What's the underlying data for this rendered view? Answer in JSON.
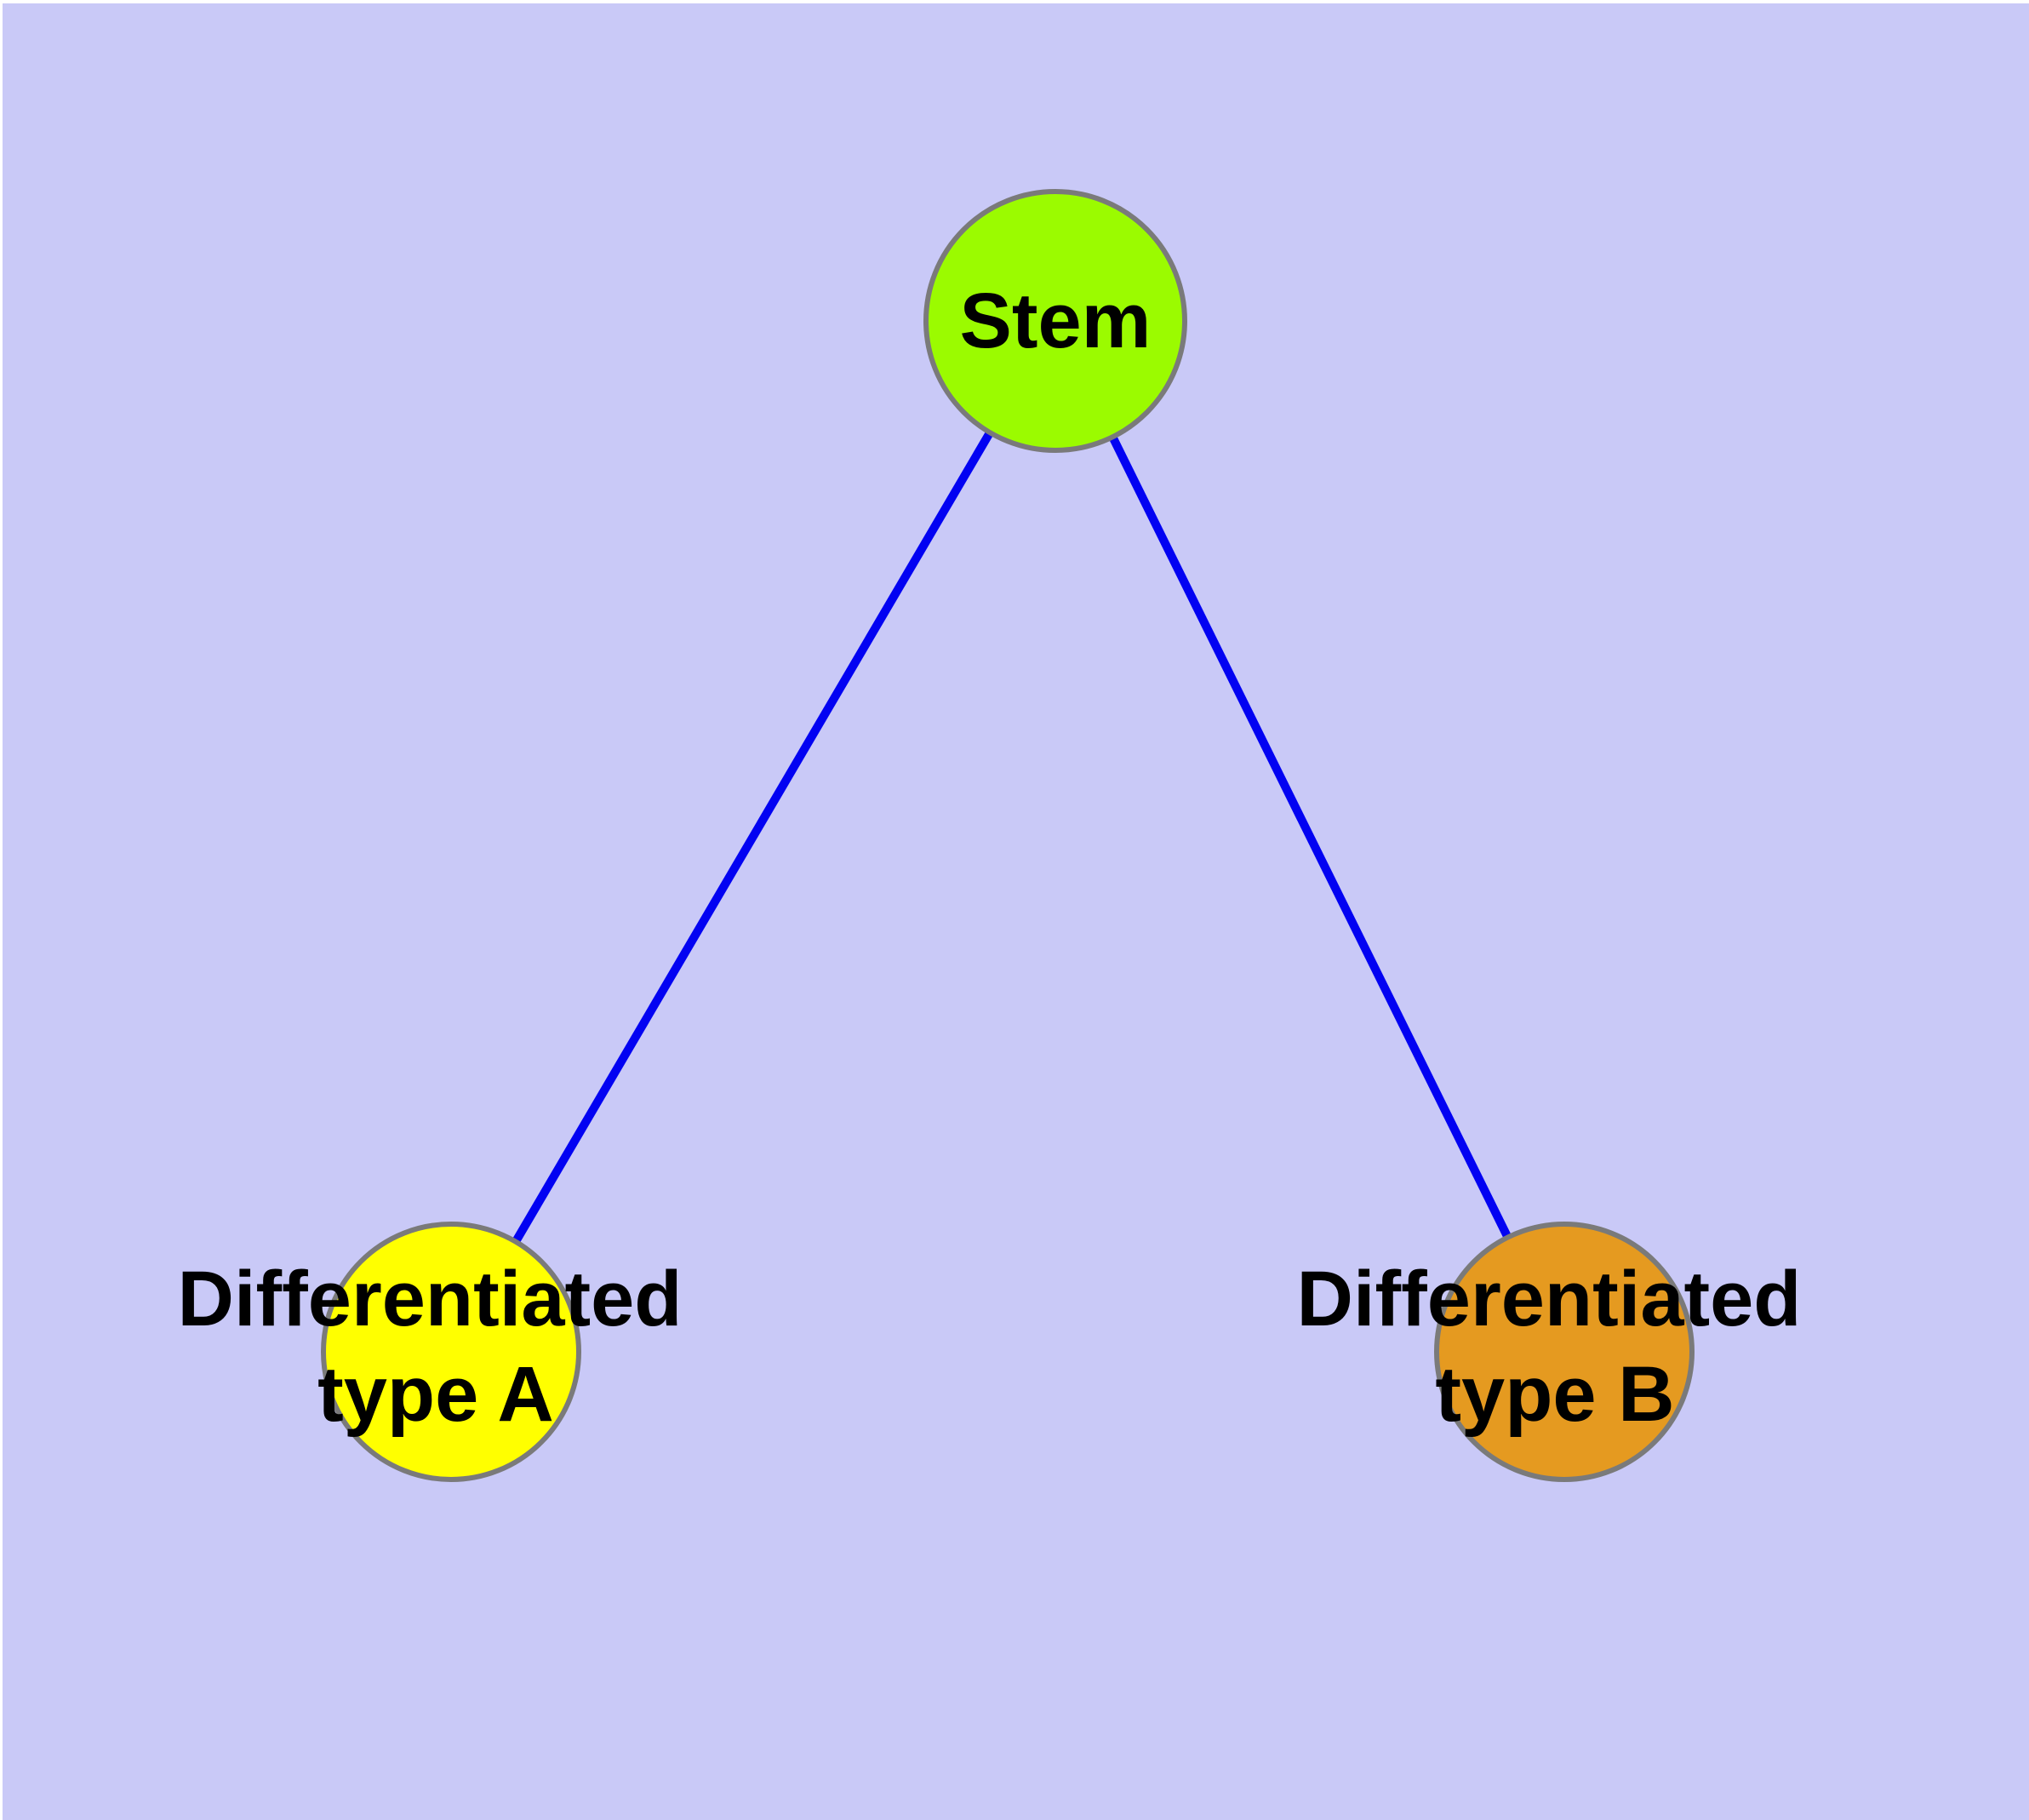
{
  "figure": {
    "type": "graph-diagram",
    "page_color": "#ffffff",
    "background_color": "#c9c9f7",
    "edge_color": "#0202f2",
    "node_border_color": "#7a7a7a",
    "label_color": "#000000",
    "nodes": [
      {
        "id": "stem",
        "label": "Stem",
        "lines": [
          "Stem"
        ],
        "color": "#9bfb00"
      },
      {
        "id": "differentiated-type-a",
        "label": "Differentiated type A",
        "lines": [
          "Differentiated",
          "type A"
        ],
        "color": "#ffff00"
      },
      {
        "id": "differentiated-type-b",
        "label": "Differentiated type B",
        "lines": [
          "Differentiated",
          "type B"
        ],
        "color": "#e59a20"
      }
    ],
    "edges": [
      {
        "from": "Stem",
        "to": "Differentiated type A"
      },
      {
        "from": "Stem",
        "to": "Differentiated type B"
      }
    ]
  }
}
